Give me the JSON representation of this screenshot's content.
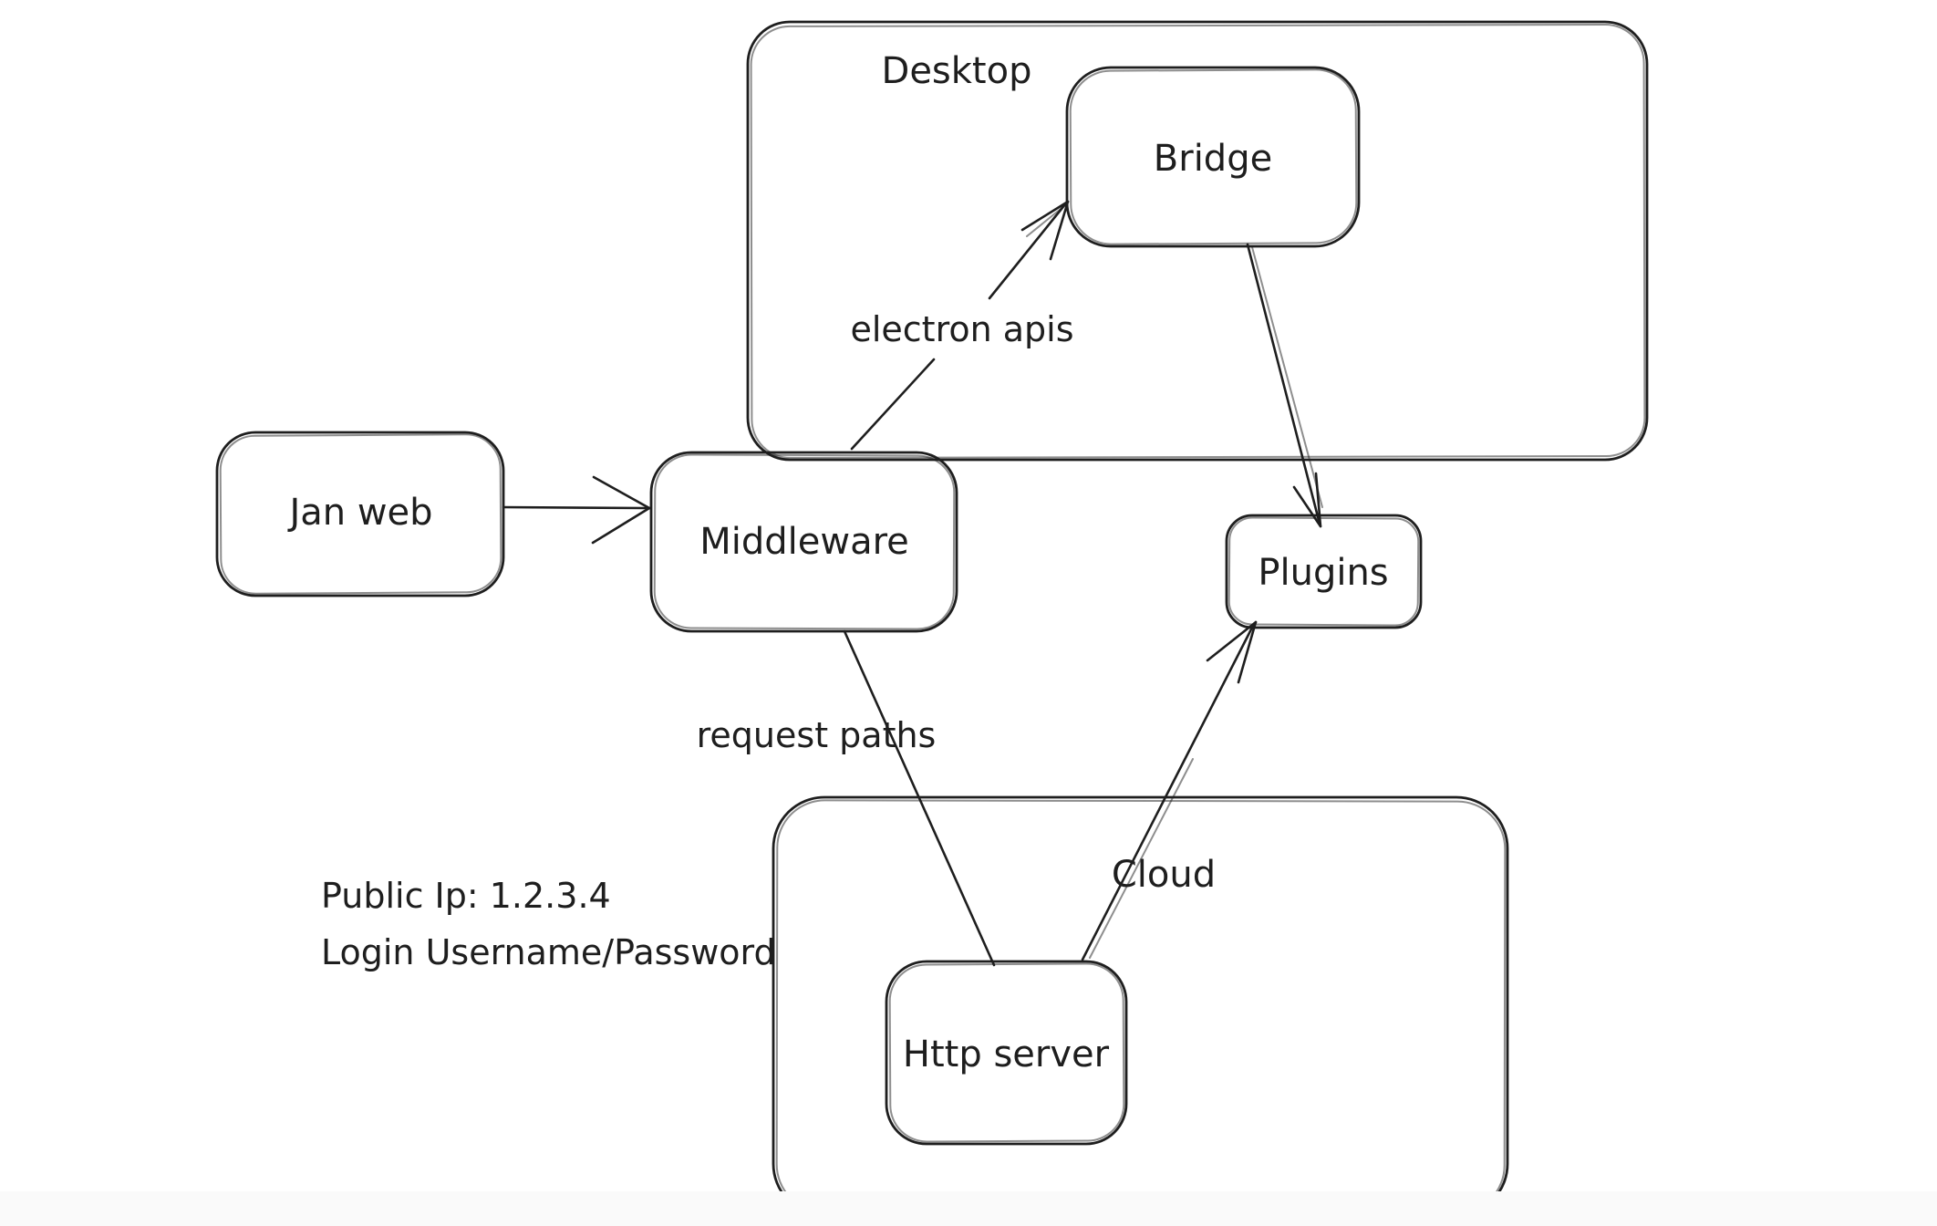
{
  "canvas": {
    "background": "#ffffff",
    "ink_color": "#1e1e1e",
    "bottom_strip_color": "#fafafa"
  },
  "containers": {
    "desktop": {
      "label": "Desktop"
    },
    "cloud": {
      "label": "Cloud"
    }
  },
  "nodes": {
    "jan_web": {
      "label": "Jan web"
    },
    "middleware": {
      "label": "Middleware"
    },
    "bridge": {
      "label": "Bridge"
    },
    "plugins": {
      "label": "Plugins"
    },
    "http_server": {
      "label": "Http server"
    }
  },
  "edges": {
    "jan_web_to_middleware": {
      "from": "Jan web",
      "to": "Middleware",
      "label": "",
      "arrowhead": "end"
    },
    "middleware_to_bridge": {
      "from": "Middleware",
      "to": "Bridge",
      "label": "electron apis",
      "arrowhead": "end"
    },
    "bridge_to_plugins": {
      "from": "Bridge",
      "to": "Plugins",
      "label": "",
      "arrowhead": "end"
    },
    "middleware_to_http_server": {
      "from": "Middleware",
      "to": "Http server",
      "label": "request paths",
      "arrowhead": "none"
    },
    "http_server_to_plugins": {
      "from": "Http server",
      "to": "Plugins",
      "label": "",
      "arrowhead": "end"
    }
  },
  "annotations": {
    "public_ip": "Public Ip: 1.2.3.4",
    "login": "Login Username/Password"
  }
}
